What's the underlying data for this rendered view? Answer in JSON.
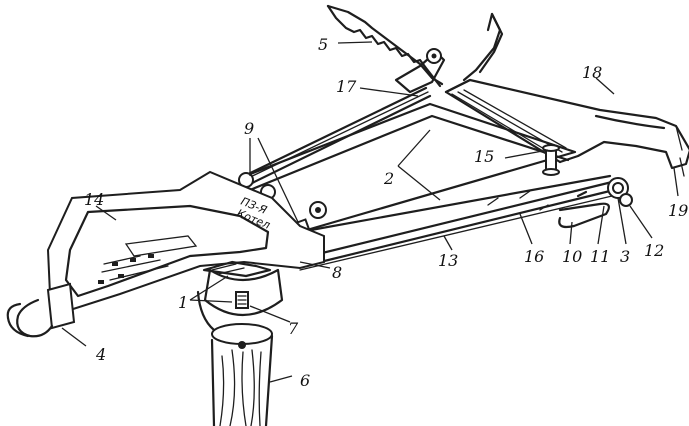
{
  "figure": {
    "callouts": {
      "c1": "1",
      "c2": "2",
      "c3": "3",
      "c4": "4",
      "c5": "5",
      "c6": "6",
      "c7": "7",
      "c8": "8",
      "c9": "9",
      "c10": "10",
      "c11": "11",
      "c12": "12",
      "c13": "13",
      "c14": "14",
      "c15": "15",
      "c16": "16",
      "c17": "17",
      "c18": "18",
      "c19": "19"
    },
    "plate_marking": "ПЗ-Я",
    "plate_marking_2": "Котел"
  }
}
